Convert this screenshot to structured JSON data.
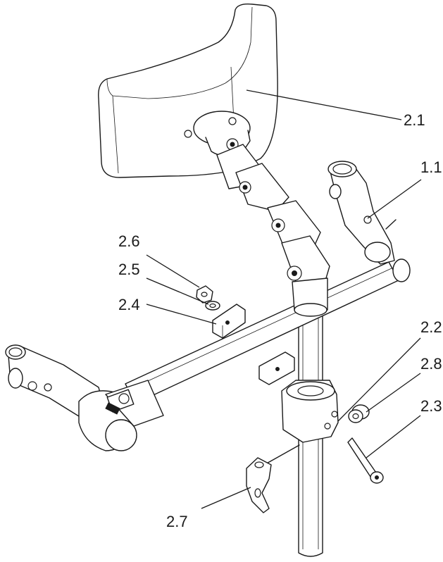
{
  "labels": {
    "headrest_cushion": "2.1",
    "bracket_clamp": "2.2",
    "bolt": "2.3",
    "plate": "2.4",
    "washer": "2.5",
    "nut": "2.6",
    "release_lever": "2.7",
    "spacer": "2.8",
    "side_clamp": "1.1"
  }
}
